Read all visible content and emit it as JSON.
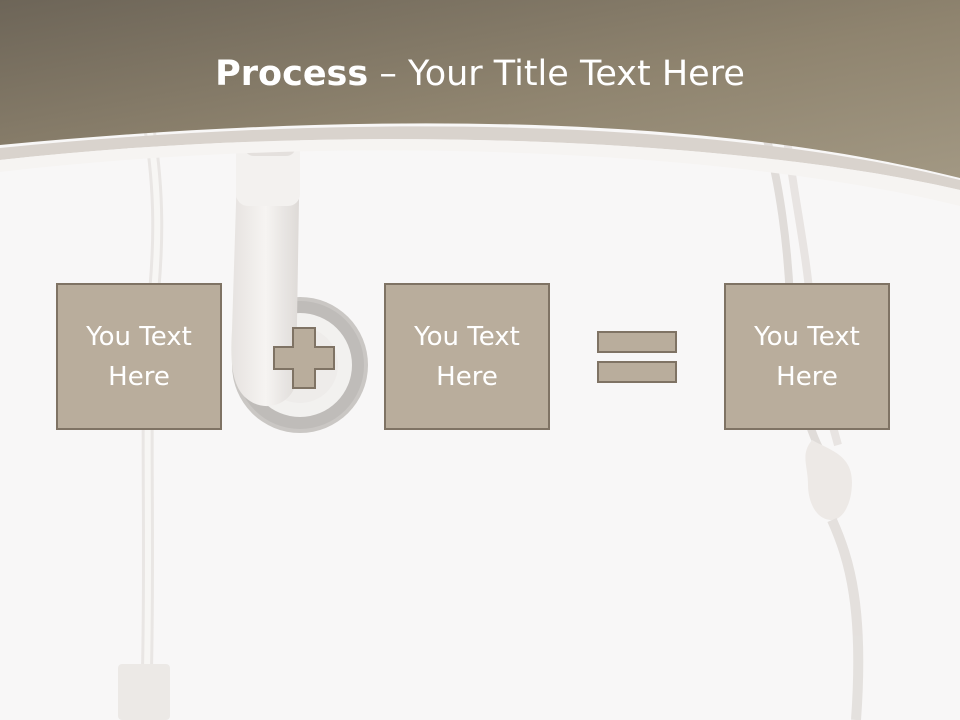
{
  "title": {
    "bold": "Process",
    "rest": " – Your Title Text Here"
  },
  "boxes": [
    {
      "label": "You Text Here"
    },
    {
      "label": "You Text Here"
    },
    {
      "label": "You Text Here"
    }
  ],
  "operators": {
    "plus": "plus-sign",
    "equals": "equals-sign"
  },
  "colors": {
    "header_band": "#9b8f7d",
    "box_fill": "#b9ad9c",
    "box_border": "#7f7364",
    "text": "#ffffff",
    "background": "#f8f7f7"
  }
}
